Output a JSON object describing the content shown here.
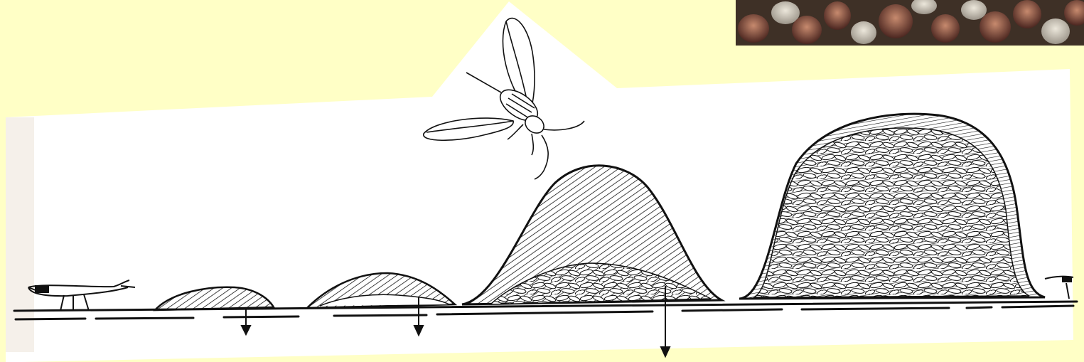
{
  "figure": {
    "background_color": "#ffffc6",
    "paper_color": "#ffffff",
    "ink_color": "#111111",
    "photo_colors": [
      "#4a3b2e",
      "#7a4a3a",
      "#c9c2b4",
      "#5c2f28"
    ],
    "stages": [
      {
        "name": "stage-1-flat-scale",
        "fill": "hatch",
        "arrow": true
      },
      {
        "name": "stage-2-small-scale",
        "fill": "hatch",
        "arrow": true
      },
      {
        "name": "stage-3-scale-with-eggs",
        "fill": "hatch+eggs",
        "arrow": true
      },
      {
        "name": "stage-4-scale-full-of-eggs",
        "fill": "eggs",
        "arrow": false
      }
    ],
    "icons": [
      "crawler-nymph-icon",
      "winged-male-icon",
      "egg-cluster-photo"
    ]
  }
}
